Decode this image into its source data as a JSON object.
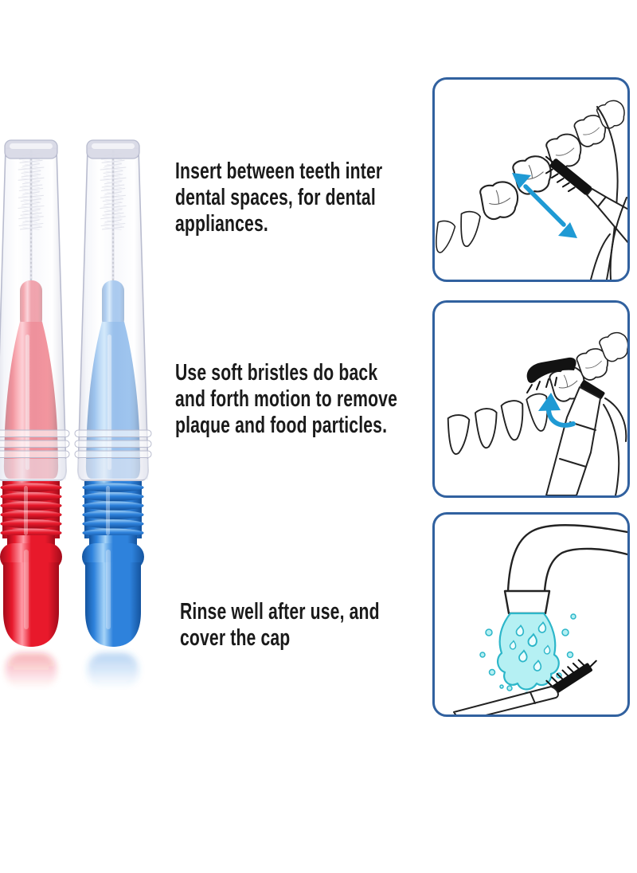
{
  "instructions": [
    {
      "id": "insert",
      "lines": [
        "Insert between teeth inter",
        "dental spaces, for dental",
        "appliances."
      ]
    },
    {
      "id": "back-and-forth",
      "lines": [
        "Use soft bristles do back",
        "and forth motion to remove",
        "plaque and food particles."
      ]
    },
    {
      "id": "rinse",
      "lines": [
        "Rinse well after use, and",
        "cover the cap"
      ]
    }
  ],
  "products": [
    {
      "name": "red interdental brush with clear cap",
      "color": "#e8192b"
    },
    {
      "name": "blue interdental brush with clear cap",
      "color": "#2e82dc"
    }
  ],
  "panels": [
    {
      "illustration": "brush-inserted-between-teeth-with-double-arrow"
    },
    {
      "illustration": "brush-back-and-forth-on-tooth-with-curved-arrow"
    },
    {
      "illustration": "rinsing-brush-under-running-faucet"
    }
  ],
  "colors": {
    "text_color": "#1a1a1a",
    "line_dark": "#222222",
    "box_border": "#31619f",
    "arrow_blue": "#1f9ad4",
    "water_fill": "#b5f0f3",
    "water_stroke": "#2cb6c9",
    "brush_red_main": "#e8192b",
    "brush_red_dark": "#a30b1a",
    "brush_red_light": "#ff9aa6",
    "brush_blue_main": "#2e82dc",
    "brush_blue_dark": "#14549f",
    "brush_blue_light": "#a6d4f8",
    "cap_tint": "#d8d9e6",
    "cap_edge": "#b9bccf"
  }
}
